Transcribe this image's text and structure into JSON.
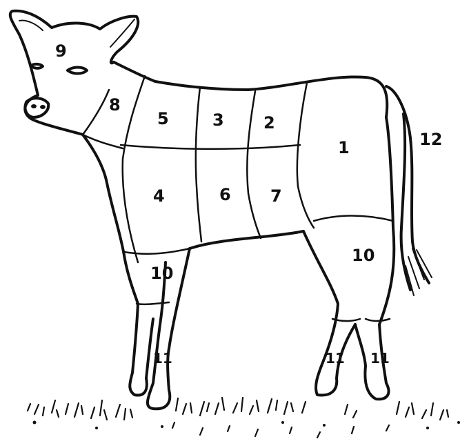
{
  "diagram": {
    "regions": [
      {
        "id": "r1",
        "label": "1"
      },
      {
        "id": "r2",
        "label": "2"
      },
      {
        "id": "r3",
        "label": "3"
      },
      {
        "id": "r4",
        "label": "4"
      },
      {
        "id": "r5",
        "label": "5"
      },
      {
        "id": "r6",
        "label": "6"
      },
      {
        "id": "r7",
        "label": "7"
      },
      {
        "id": "r8",
        "label": "8"
      },
      {
        "id": "r9",
        "label": "9"
      },
      {
        "id": "r10a",
        "label": "10"
      },
      {
        "id": "r10b",
        "label": "10"
      },
      {
        "id": "r11a",
        "label": "11"
      },
      {
        "id": "r11b",
        "label": "11"
      },
      {
        "id": "r11c",
        "label": "11"
      },
      {
        "id": "r12",
        "label": "12"
      }
    ]
  },
  "colors": {
    "ink": "#111111",
    "background": "#ffffff"
  }
}
